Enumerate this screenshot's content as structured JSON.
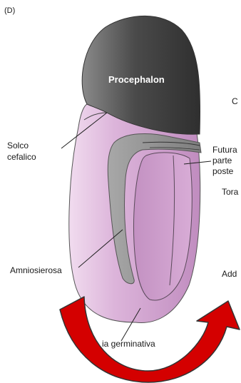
{
  "panel_label": "(D)",
  "labels": {
    "procephalon": "Procephalon",
    "solco_line1": "Solco",
    "solco_line2": "cefalico",
    "c_fragment": "C",
    "futura_line1": "Futura",
    "futura_line2": "parte",
    "futura_line3": "poste",
    "tora": "Tora",
    "amniosierosa": "Amniosierosa",
    "add": "Add",
    "germinativa": "ia germinativa"
  },
  "colors": {
    "procephalon": "#4a4a4a",
    "embryo_pink": "#cc9acb",
    "embryo_light": "#e9cde8",
    "amnioserosa_gray": "#8f8f8f",
    "arrow_red": "#d40000"
  },
  "icons": {
    "arrow": "curved-arrow-icon"
  }
}
